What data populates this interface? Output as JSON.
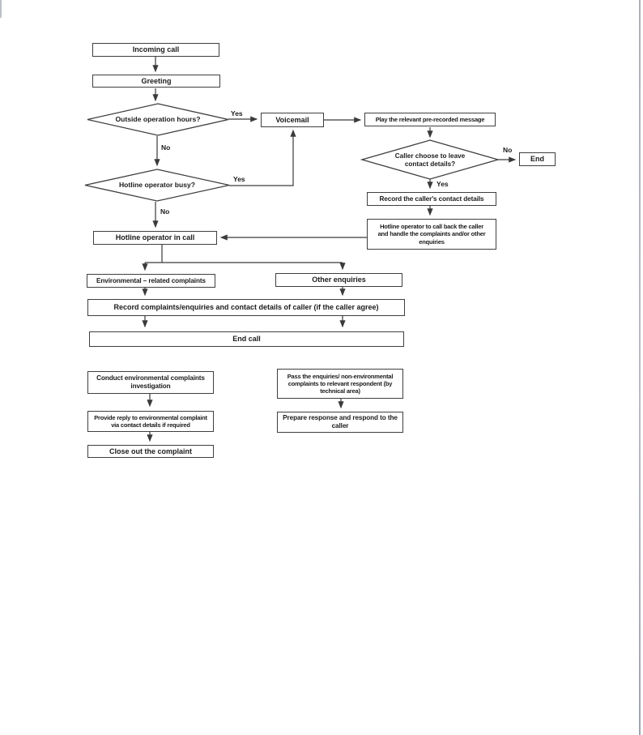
{
  "page": {
    "background": "#ffffff",
    "line_color": "#3a3a3a",
    "text_color": "#1b1b1b"
  },
  "flowchart": {
    "nodes": {
      "incoming_call": {
        "label": "Incoming call"
      },
      "greeting": {
        "label": "Greeting"
      },
      "outside_hours": {
        "label": "Outside operation hours?"
      },
      "voicemail": {
        "label": "Voicemail"
      },
      "play_message": {
        "label": "Play the relevant pre-recorded message"
      },
      "caller_choose": {
        "label": "Caller choose to leave\ncontact details?"
      },
      "end": {
        "label": "End"
      },
      "record_contact": {
        "label": "Record the caller's contact details"
      },
      "callback": {
        "label": "Hotline operator to call back the caller\nand handle the complaints and/or other\nenquiries"
      },
      "operator_busy": {
        "label": "Hotline operator busy?"
      },
      "operator_in_call": {
        "label": "Hotline operator in call"
      },
      "env_complaints": {
        "label": "Environmental – related complaints"
      },
      "other_enquiries": {
        "label": "Other enquiries"
      },
      "record_complaints": {
        "label": "Record complaints/enquiries and contact details of caller (if the caller agree)"
      },
      "end_call": {
        "label": "End call"
      },
      "conduct_investigation": {
        "label": "Conduct environmental complaints\ninvestigation"
      },
      "provide_reply": {
        "label": "Provide reply to environmental complaint\nvia contact details if required"
      },
      "close_out": {
        "label": "Close out the complaint"
      },
      "pass_enquiries": {
        "label": "Pass the enquiries/ non-environmental\ncomplaints to relevant respondent (by\ntechnical area)"
      },
      "prepare_response": {
        "label": "Prepare response and respond to the\ncaller"
      }
    },
    "edge_labels": {
      "outside_hours_yes": "Yes",
      "outside_hours_no": "No",
      "operator_busy_yes": "Yes",
      "operator_busy_no": "No",
      "caller_choose_no": "No",
      "caller_choose_yes": "Yes"
    }
  }
}
